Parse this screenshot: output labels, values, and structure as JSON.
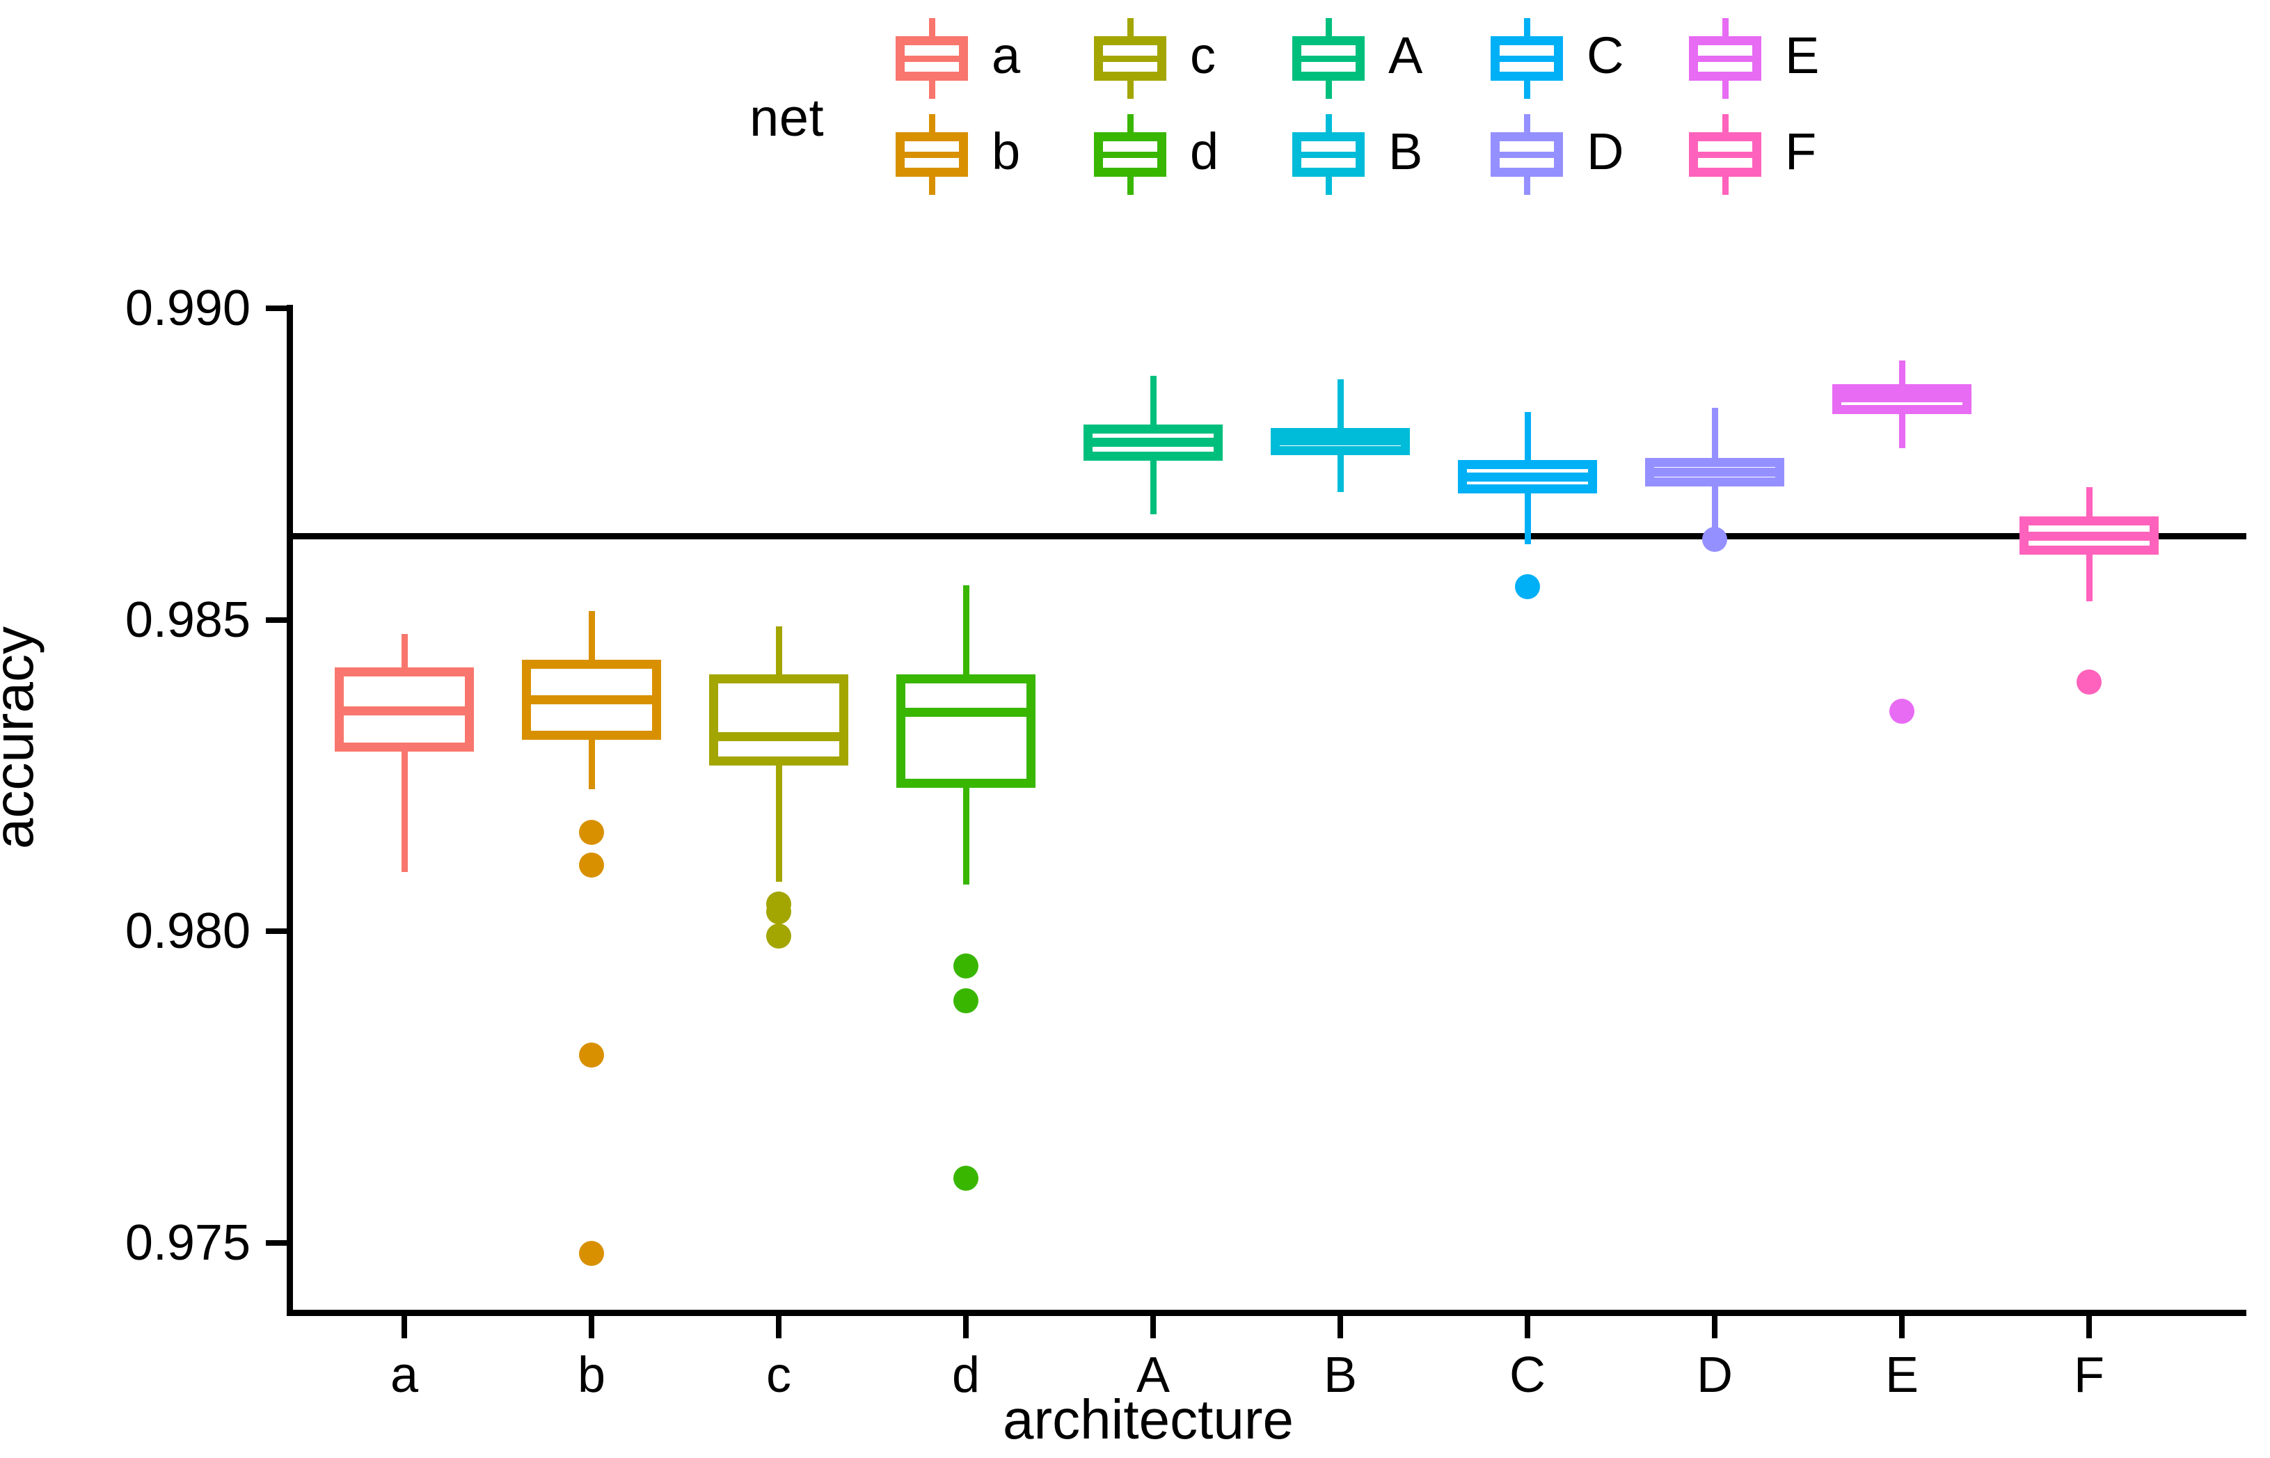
{
  "legend": {
    "title": "net",
    "entries": [
      {
        "label": "a",
        "color": "#F8766D",
        "col": 0,
        "row": 0
      },
      {
        "label": "b",
        "color": "#D89000",
        "col": 0,
        "row": 1
      },
      {
        "label": "c",
        "color": "#A3A500",
        "col": 1,
        "row": 0
      },
      {
        "label": "d",
        "color": "#39B600",
        "col": 1,
        "row": 1
      },
      {
        "label": "A",
        "color": "#00BF7D",
        "col": 2,
        "row": 0
      },
      {
        "label": "B",
        "color": "#00BCD8",
        "col": 2,
        "row": 1
      },
      {
        "label": "C",
        "color": "#00B0F6",
        "col": 3,
        "row": 0
      },
      {
        "label": "D",
        "color": "#9590FF",
        "col": 3,
        "row": 1
      },
      {
        "label": "E",
        "color": "#E76BF3",
        "col": 4,
        "row": 0
      },
      {
        "label": "F",
        "color": "#FF62BC",
        "col": 4,
        "row": 1
      }
    ]
  },
  "axes": {
    "ylabel": "accuracy",
    "xlabel": "architecture",
    "yticks": [
      "0.990",
      "0.985",
      "0.980",
      "0.975"
    ],
    "ytick_values": [
      0.99,
      0.985,
      0.98,
      0.975
    ],
    "xticks": [
      "a",
      "b",
      "c",
      "d",
      "A",
      "B",
      "C",
      "D",
      "E",
      "F"
    ]
  },
  "chart_data": {
    "type": "boxplot",
    "title": "",
    "xlabel": "architecture",
    "ylabel": "accuracy",
    "ylim": [
      0.9735,
      0.9905
    ],
    "grid": false,
    "legend_title": "net",
    "legend_position": "top",
    "reference_line": {
      "y": 0.98635,
      "color": "#000000",
      "orientation": "horizontal"
    },
    "categories": [
      "a",
      "b",
      "c",
      "d",
      "A",
      "B",
      "C",
      "D",
      "E",
      "F"
    ],
    "boxes": [
      {
        "category": "a",
        "color": "#F8766D",
        "whisker_low": 0.98095,
        "q1": 0.98288,
        "median": 0.98354,
        "q3": 0.98424,
        "whisker_high": 0.98477,
        "outliers": []
      },
      {
        "category": "b",
        "color": "#D89000",
        "whisker_low": 0.98228,
        "q1": 0.98307,
        "median": 0.98372,
        "q3": 0.98436,
        "whisker_high": 0.98514,
        "outliers": [
          0.98159,
          0.98107,
          0.97802,
          0.97483
        ]
      },
      {
        "category": "c",
        "color": "#A3A500",
        "whisker_low": 0.9808,
        "q1": 0.98266,
        "median": 0.98313,
        "q3": 0.98413,
        "whisker_high": 0.9849,
        "outliers": [
          0.98044,
          0.98032,
          0.97992
        ]
      },
      {
        "category": "d",
        "color": "#39B600",
        "whisker_low": 0.98075,
        "q1": 0.9823,
        "median": 0.98352,
        "q3": 0.98413,
        "whisker_high": 0.98556,
        "outliers": [
          0.97944,
          0.97889,
          0.97604
        ]
      },
      {
        "category": "A",
        "color": "#00BF7D",
        "whisker_low": 0.98669,
        "q1": 0.98755,
        "median": 0.98785,
        "q3": 0.98814,
        "whisker_high": 0.98892,
        "outliers": []
      },
      {
        "category": "B",
        "color": "#00BCD8",
        "whisker_low": 0.98705,
        "q1": 0.98764,
        "median": 0.98787,
        "q3": 0.98808,
        "whisker_high": 0.98886,
        "outliers": []
      },
      {
        "category": "C",
        "color": "#00B0F6",
        "whisker_low": 0.98621,
        "q1": 0.98703,
        "median": 0.98729,
        "q3": 0.98756,
        "whisker_high": 0.98834,
        "outliers": [
          0.98553
        ]
      },
      {
        "category": "D",
        "color": "#9590FF",
        "whisker_low": 0.98629,
        "q1": 0.98714,
        "median": 0.98737,
        "q3": 0.9876,
        "whisker_high": 0.9884,
        "outliers": [
          0.98629
        ]
      },
      {
        "category": "E",
        "color": "#E76BF3",
        "whisker_low": 0.98776,
        "q1": 0.9883,
        "median": 0.98856,
        "q3": 0.98878,
        "whisker_high": 0.98916,
        "outliers": [
          0.98353
        ]
      },
      {
        "category": "F",
        "color": "#FF62BC",
        "whisker_low": 0.9853,
        "q1": 0.98605,
        "median": 0.98634,
        "q3": 0.98666,
        "whisker_high": 0.98713,
        "outliers": [
          0.984
        ]
      }
    ]
  }
}
